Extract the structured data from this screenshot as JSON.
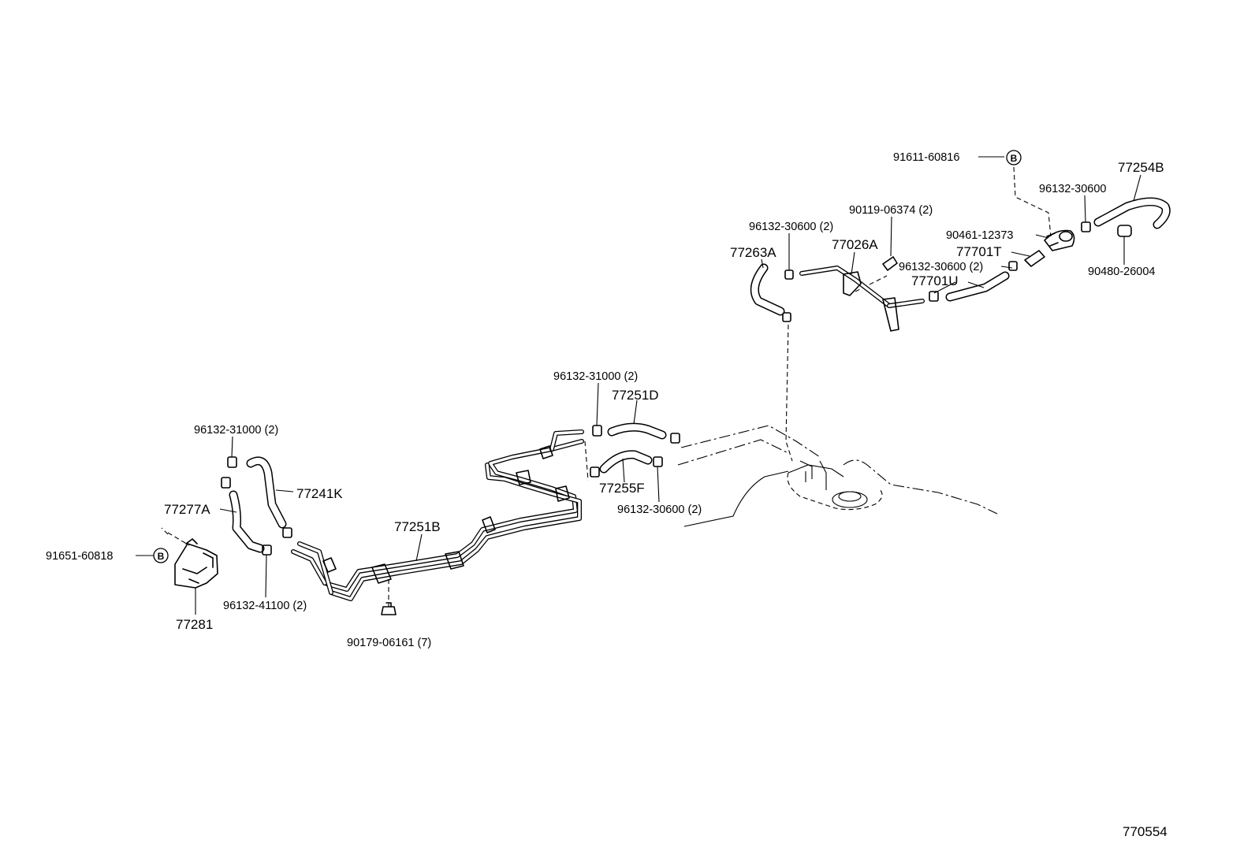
{
  "diagram": {
    "reference_number": "770554",
    "circle_marker": "B",
    "labels": {
      "p91611_60816": "91611-60816",
      "p77254B": "77254B",
      "p96132_30600_a": "96132-30600",
      "p90119_06374": "90119-06374 (2)",
      "p96132_30600_b": "96132-30600 (2)",
      "p90461_12373": "90461-12373",
      "p77263A": "77263A",
      "p77026A": "77026A",
      "p77701T": "77701T",
      "p90480_26004": "90480-26004",
      "p96132_30600_c": "96132-30600 (2)",
      "p77701U": "77701U",
      "p96132_31000_a": "96132-31000 (2)",
      "p77251D": "77251D",
      "p96132_31000_b": "96132-31000 (2)",
      "p77241K": "77241K",
      "p77255F": "77255F",
      "p96132_30600_d": "96132-30600 (2)",
      "p77277A": "77277A",
      "p77251B": "77251B",
      "p91651_60818": "91651-60818",
      "p96132_41100": "96132-41100 (2)",
      "p77281": "77281",
      "p90179_06161": "90179-06161 (7)"
    }
  }
}
